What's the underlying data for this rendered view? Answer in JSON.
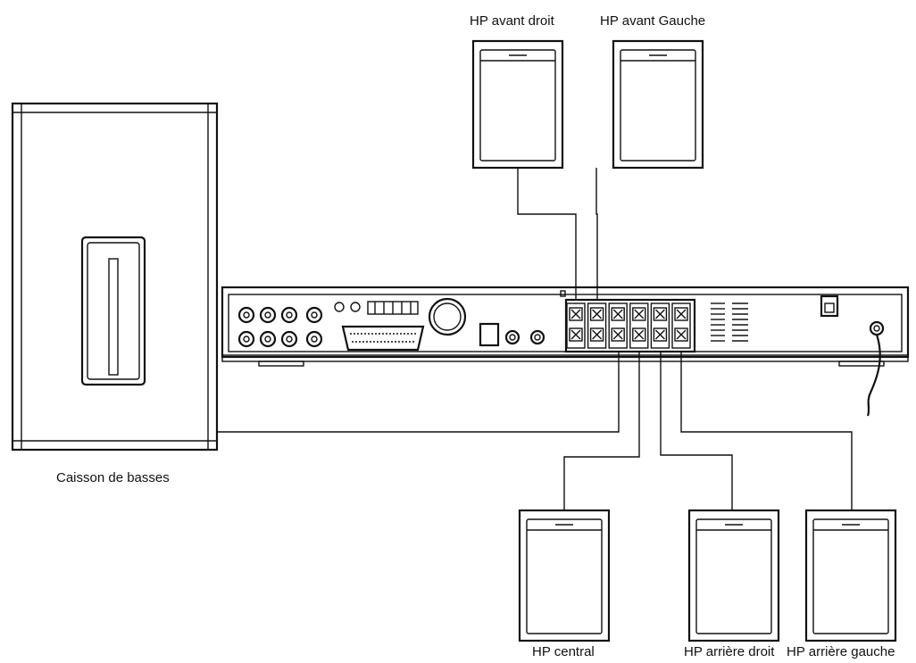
{
  "labels": {
    "front_right": "HP avant droit",
    "front_left": "HP avant Gauche",
    "subwoofer": "Caisson de basses",
    "center": "HP central",
    "rear_right": "HP arrière droit",
    "rear_left": "HP arrière gauche"
  },
  "colors": {
    "line": "#111111",
    "background": "#ffffff"
  }
}
